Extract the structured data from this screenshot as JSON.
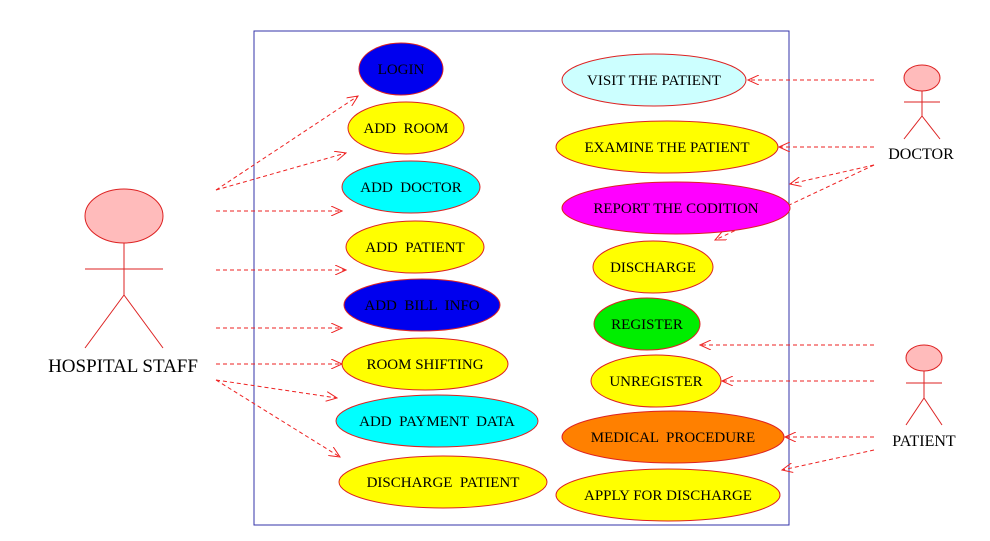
{
  "actors": {
    "staff": {
      "label": "HOSPITAL STAFF"
    },
    "doctor": {
      "label": "DOCTOR"
    },
    "patient": {
      "label": "PATIENT"
    }
  },
  "use_cases": {
    "login": {
      "label": "LOGIN",
      "color": "#0000ee"
    },
    "add_room": {
      "label": "ADD  ROOM",
      "color": "#ffff00"
    },
    "add_doctor": {
      "label": "ADD  DOCTOR",
      "color": "#00ffff"
    },
    "add_patient": {
      "label": "ADD  PATIENT",
      "color": "#ffff00"
    },
    "add_bill": {
      "label": "ADD  BILL  INFO",
      "color": "#0000ee"
    },
    "room_shifting": {
      "label": "ROOM SHIFTING",
      "color": "#ffff00"
    },
    "add_payment": {
      "label": "ADD  PAYMENT  DATA",
      "color": "#00ffff"
    },
    "discharge_patient": {
      "label": "DISCHARGE  PATIENT",
      "color": "#ffff00"
    },
    "visit_patient": {
      "label": "VISIT THE PATIENT",
      "color": "#ccffff"
    },
    "examine_patient": {
      "label": "EXAMINE THE PATIENT",
      "color": "#ffff00"
    },
    "report_condition": {
      "label": "REPORT THE CODITION",
      "color": "#ff00ff"
    },
    "discharge": {
      "label": "DISCHARGE",
      "color": "#ffff00"
    },
    "register": {
      "label": "REGISTER",
      "color": "#00ee00"
    },
    "unregister": {
      "label": "UNREGISTER",
      "color": "#ffff00"
    },
    "medical_procedure": {
      "label": "MEDICAL  PROCEDURE",
      "color": "#ff8000"
    },
    "apply_discharge": {
      "label": "APPLY FOR DISCHARGE",
      "color": "#ffff00"
    }
  },
  "colors": {
    "system_border": "#3333aa",
    "ellipse_stroke": "#dd2222",
    "actor_fill": "#ffbbbb",
    "actor_stroke": "#dd2222",
    "arrow": "#ee2222"
  }
}
